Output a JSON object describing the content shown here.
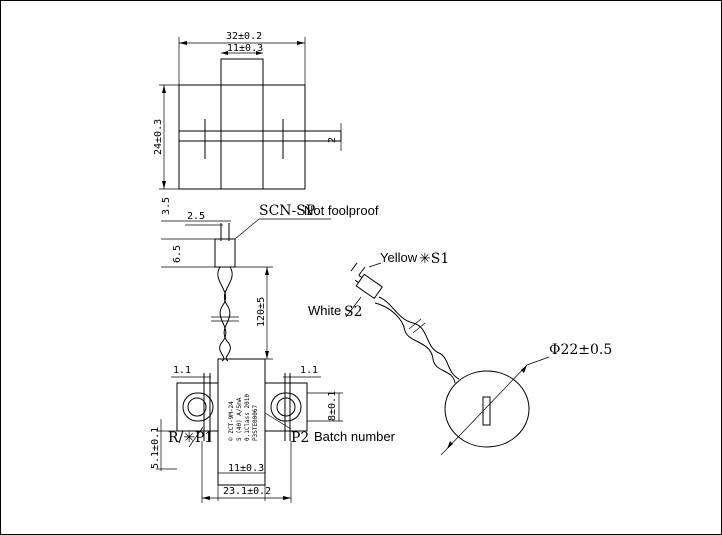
{
  "top_view": {
    "width_dim": "32±0.2",
    "core_dim": "11±0.3",
    "height_dim": "24±0.3",
    "pin_dim": "2"
  },
  "side_view": {
    "dim_3_5": "3.5",
    "dim_2_5": "2.5",
    "dim_6_5": "6.5",
    "connector_label": "SCN-SP",
    "connector_note": "Not foolproof",
    "lead_length": "120±5",
    "dim_1_1_left": "1.1",
    "dim_1_1_right": "1.1",
    "hole_height": "8±0.1",
    "hole_offset": "5.1±0.1",
    "p1_label": "R/✳P1",
    "p2_label": "P2",
    "batch_note": "Batch number",
    "core_width": "11±0.3",
    "total_width": "23.1±0.2",
    "body_text": [
      "© ZCT-9M-24",
      "5 (40) A/5mA",
      "0.1Class 2010",
      "P3STE00067"
    ]
  },
  "iso_view": {
    "yellow_label": "Yellow",
    "s1_label": "✳S1",
    "white_label": "White",
    "s2_label": "S2",
    "diameter": "Φ22±0.5"
  }
}
